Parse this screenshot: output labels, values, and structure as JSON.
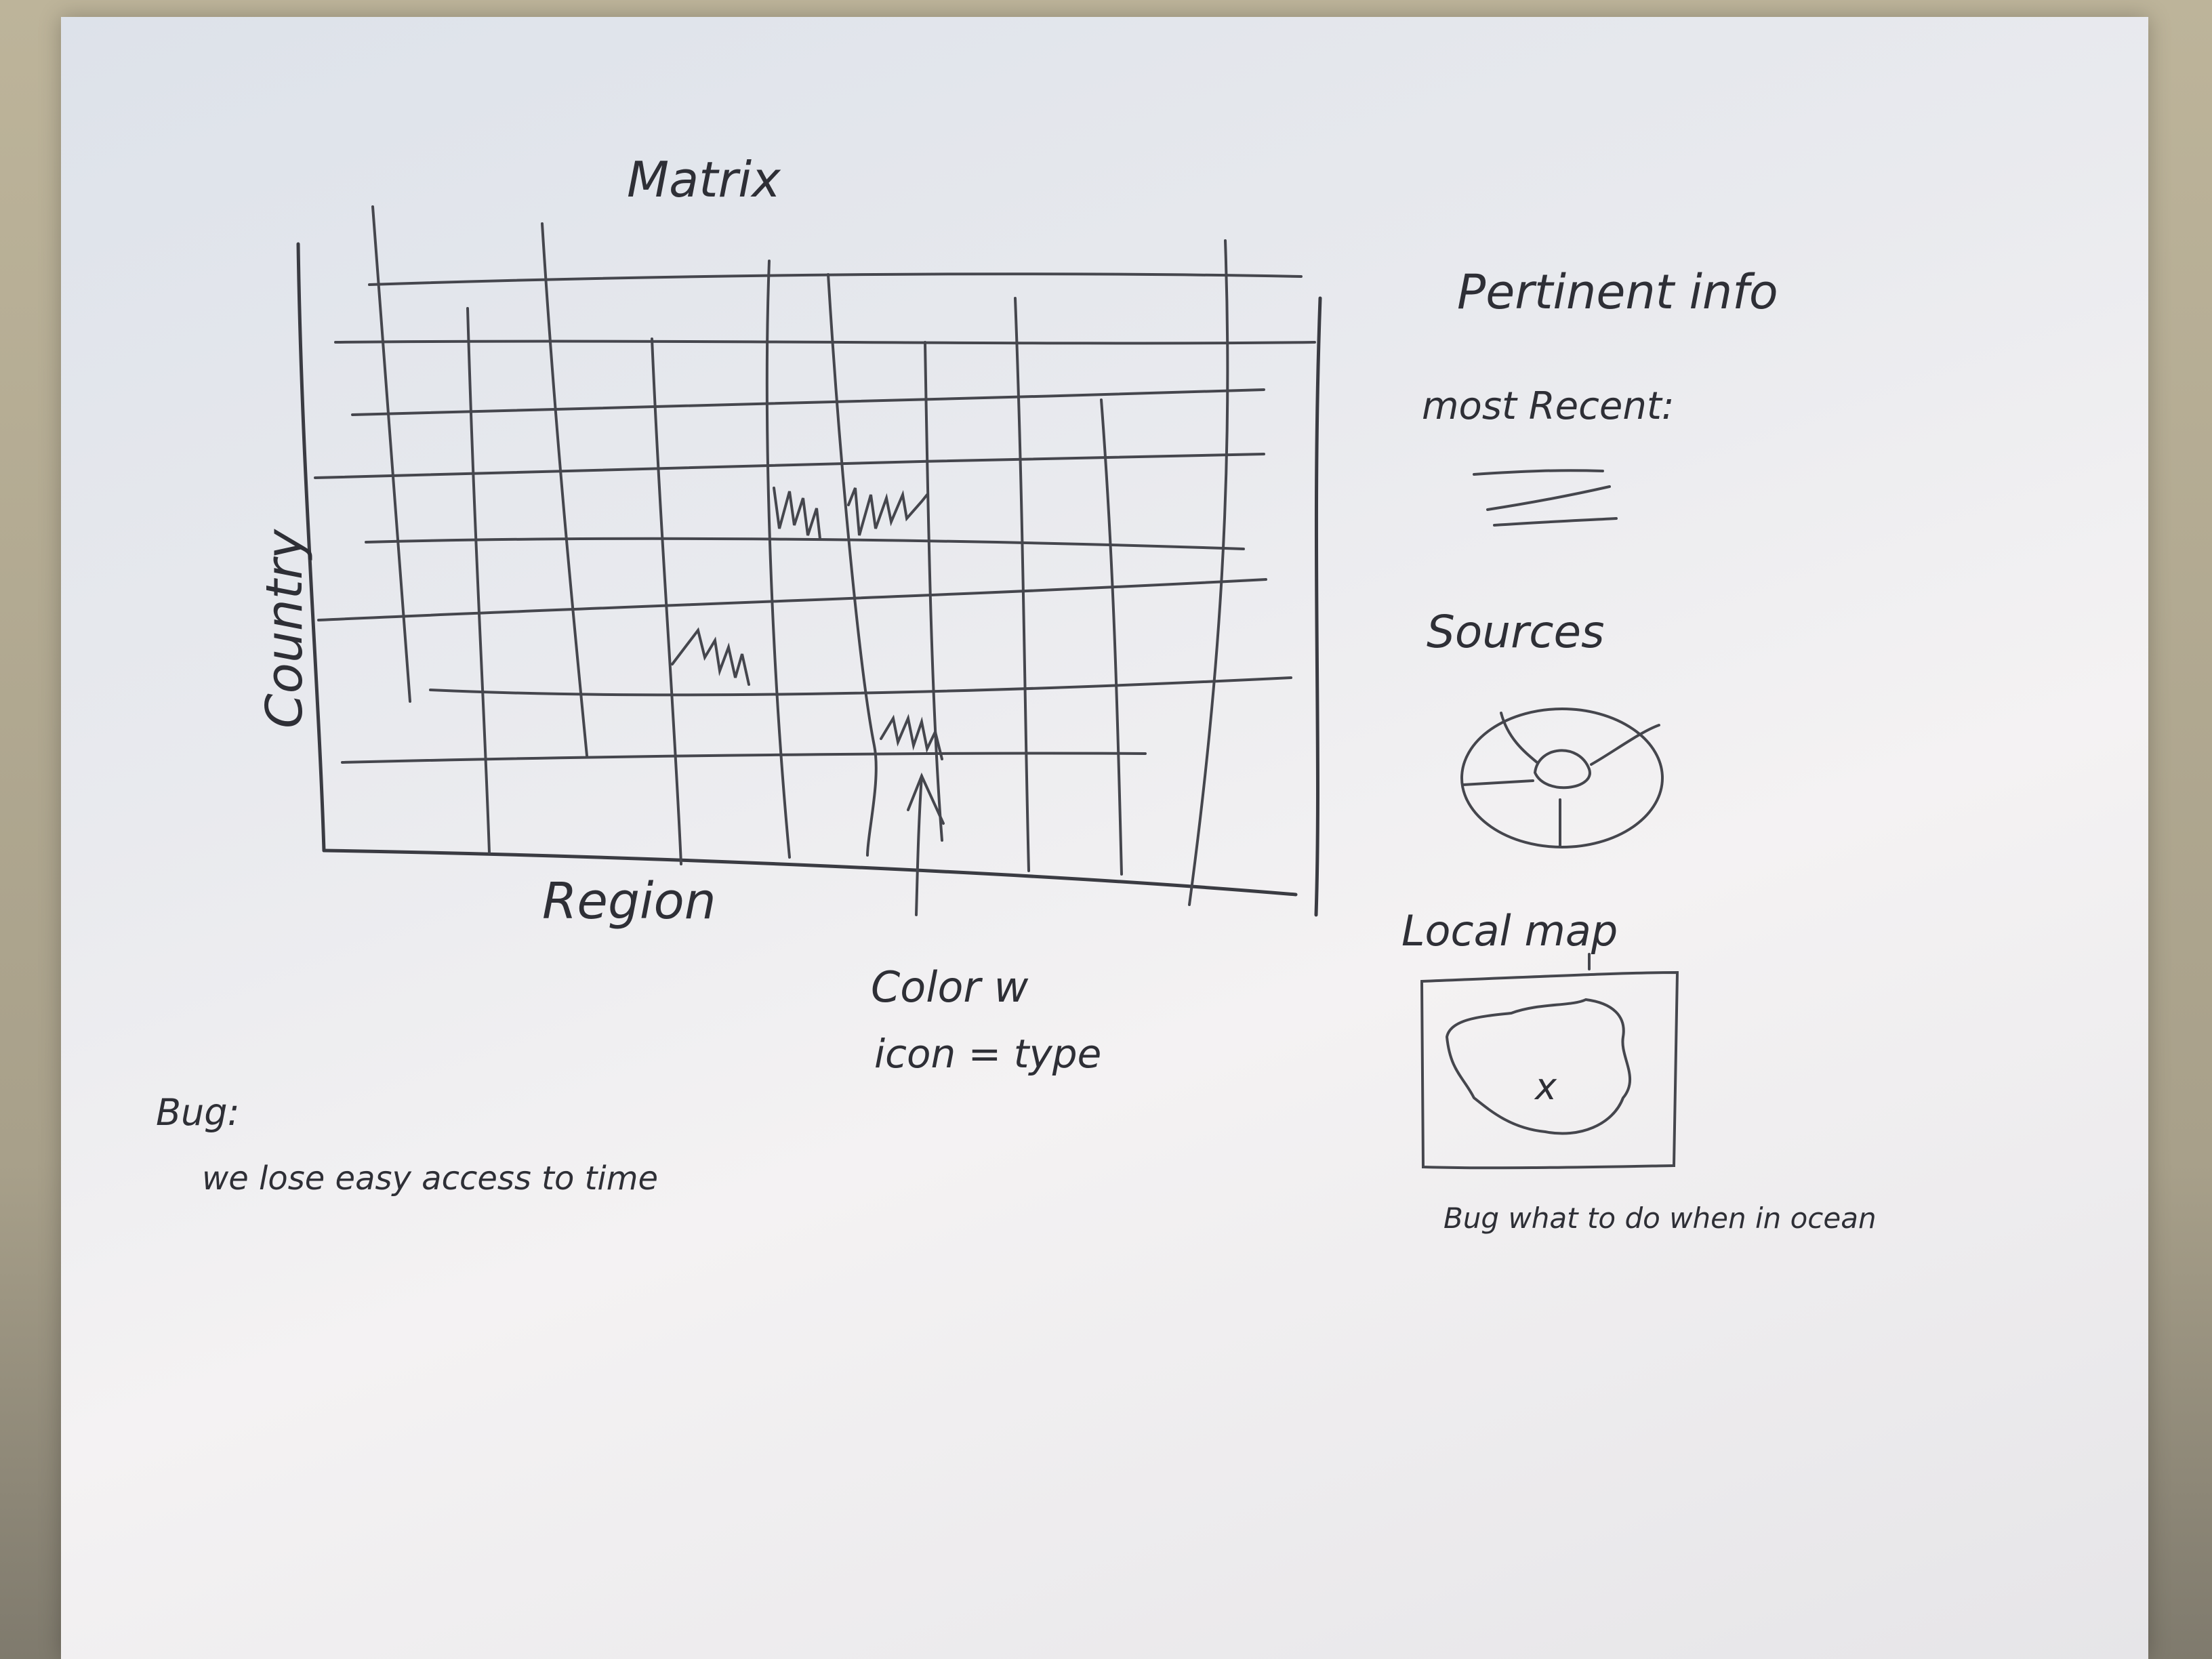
{
  "matrix": {
    "title": "Matrix",
    "y_label": "Country",
    "x_label": "Region",
    "annotation_line1": "Color w",
    "annotation_line2": "icon = type"
  },
  "bug_left": {
    "heading": "Bug:",
    "text": "we lose easy access to time"
  },
  "side_panel": {
    "title": "Pertinent info",
    "most_recent_label": "most Recent:",
    "sources_label": "Sources",
    "local_map_label": "Local map",
    "map_marker": "x",
    "bug_note": "Bug  what to do when in ocean"
  },
  "colors": {
    "ink": "#2e2f36",
    "paper": "#eceaef"
  }
}
